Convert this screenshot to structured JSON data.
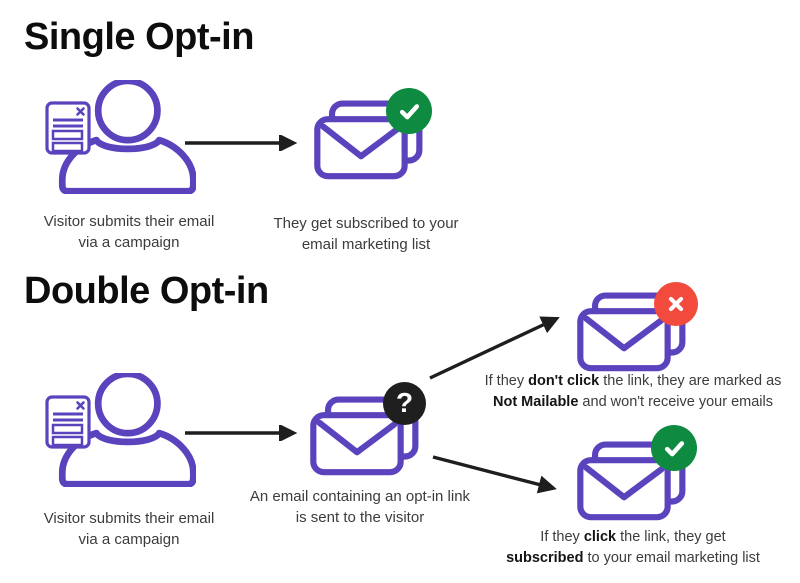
{
  "colors": {
    "purple": "#5b43bd",
    "green": "#0f8a41",
    "red": "#f24b3e",
    "badge_dark": "#1f1f1f",
    "arrow": "#1e1e1e",
    "title_text": "#0d0d0d",
    "caption_text": "#3c3c3c",
    "caption_bold_text": "#141414",
    "background": "#ffffff"
  },
  "single": {
    "title": "Single Opt-in",
    "visitor_caption": [
      [
        {
          "t": "Visitor submits their email"
        }
      ],
      [
        {
          "t": "via a campaign"
        }
      ]
    ],
    "result_caption": [
      [
        {
          "t": "They get subscribed to your"
        }
      ],
      [
        {
          "t": "email marketing list"
        }
      ]
    ]
  },
  "double": {
    "title": "Double Opt-in",
    "visitor_caption": [
      [
        {
          "t": "Visitor submits their email"
        }
      ],
      [
        {
          "t": "via a campaign"
        }
      ]
    ],
    "optin_email_caption": [
      [
        {
          "t": "An email containing an opt-in link"
        }
      ],
      [
        {
          "t": "is sent to the visitor"
        }
      ]
    ],
    "no_click_caption": [
      [
        {
          "t": "If they "
        },
        {
          "t": "don't click",
          "b": true
        },
        {
          "t": " the link, they are marked as"
        }
      ],
      [
        {
          "t": "Not Mailable",
          "b": true
        },
        {
          "t": " and won't receive your emails"
        }
      ]
    ],
    "click_caption": [
      [
        {
          "t": "If they "
        },
        {
          "t": "click",
          "b": true
        },
        {
          "t": " the link, they get"
        }
      ],
      [
        {
          "t": "subscribed",
          "b": true
        },
        {
          "t": " to your email marketing list"
        }
      ]
    ]
  },
  "icons": {
    "question_glyph": "?"
  }
}
